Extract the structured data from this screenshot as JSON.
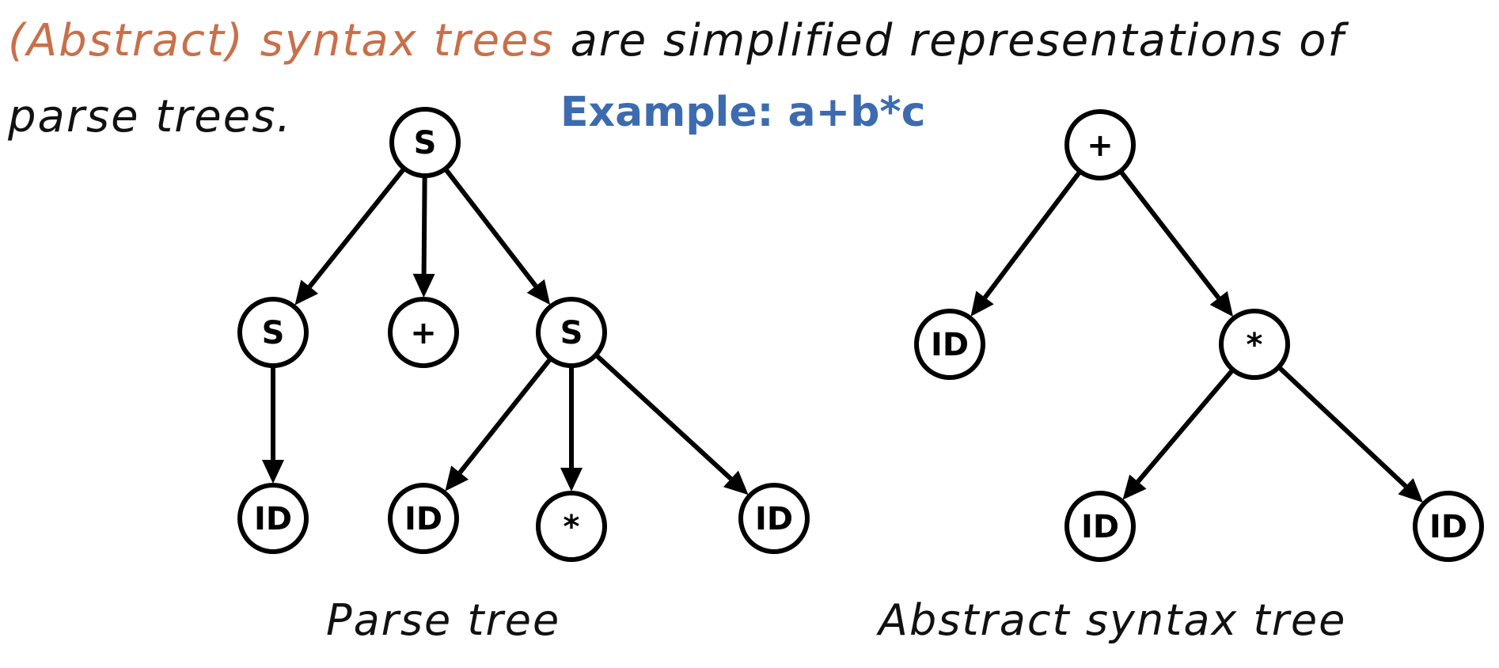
{
  "intro": {
    "highlight": "(Abstract) syntax trees",
    "rest": " are simplified representations of parse trees."
  },
  "example_label": "Example: a+b*c",
  "parse_tree": {
    "caption": "Parse tree",
    "nodes": [
      {
        "id": "p0",
        "label": "S"
      },
      {
        "id": "p1",
        "label": "S"
      },
      {
        "id": "p2",
        "label": "+"
      },
      {
        "id": "p3",
        "label": "S"
      },
      {
        "id": "p4",
        "label": "ID"
      },
      {
        "id": "p5",
        "label": "ID"
      },
      {
        "id": "p6",
        "label": "*"
      },
      {
        "id": "p7",
        "label": "ID"
      }
    ],
    "edges": [
      [
        "p0",
        "p1"
      ],
      [
        "p0",
        "p2"
      ],
      [
        "p0",
        "p3"
      ],
      [
        "p1",
        "p4"
      ],
      [
        "p3",
        "p5"
      ],
      [
        "p3",
        "p6"
      ],
      [
        "p3",
        "p7"
      ]
    ]
  },
  "ast": {
    "caption": "Abstract syntax tree",
    "nodes": [
      {
        "id": "a0",
        "label": "+"
      },
      {
        "id": "a1",
        "label": "ID"
      },
      {
        "id": "a2",
        "label": "*"
      },
      {
        "id": "a3",
        "label": "ID"
      },
      {
        "id": "a4",
        "label": "ID"
      }
    ],
    "edges": [
      [
        "a0",
        "a1"
      ],
      [
        "a0",
        "a2"
      ],
      [
        "a2",
        "a3"
      ],
      [
        "a2",
        "a4"
      ]
    ]
  },
  "colors": {
    "highlight": "#c8704a",
    "example": "#3d6bb0",
    "ink": "#000000"
  }
}
